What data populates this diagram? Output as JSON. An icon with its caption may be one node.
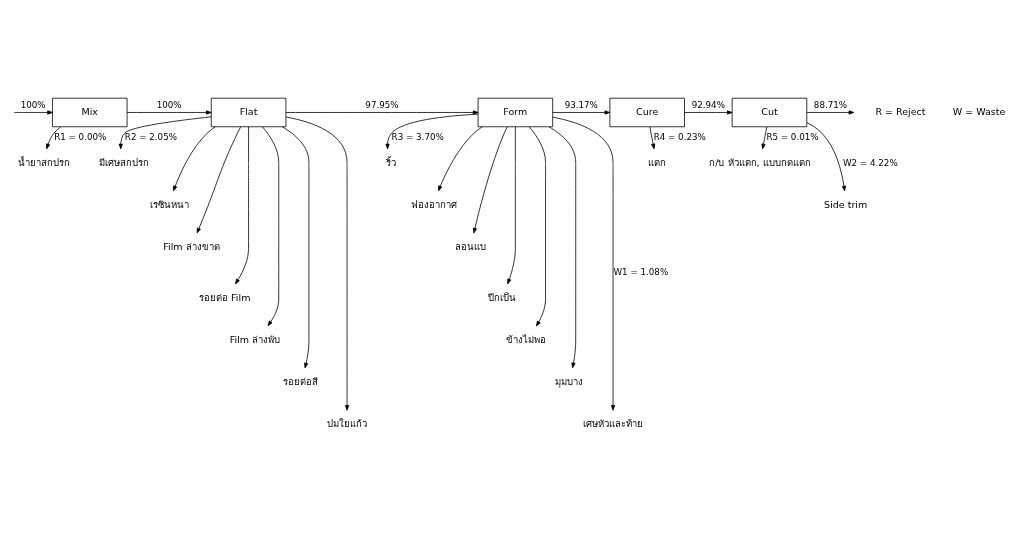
{
  "diagram": {
    "nodes": [
      {
        "text": [
          "Mix"
        ]
      },
      {
        "text": [
          "Flat"
        ]
      },
      {
        "text": [
          "Form"
        ]
      },
      {
        "text": [
          "Cure"
        ]
      },
      {
        "text": [
          "Cut"
        ]
      },
      {
        "text": [
          "น้ำยาสกปรก"
        ]
      },
      {
        "text": [
          "มีเศษสกปรก"
        ]
      },
      {
        "text": [
          "เรซินหนา"
        ]
      },
      {
        "text": [
          "Film ล่างขาด"
        ]
      },
      {
        "text": [
          "รอยต่อ Film"
        ]
      },
      {
        "text": [
          "Film ล่างพับ"
        ]
      },
      {
        "text": [
          "รอยต่อสี"
        ]
      },
      {
        "text": [
          "ปมใยแก้ว"
        ]
      },
      {
        "text": [
          "ริ้ว"
        ]
      },
      {
        "text": [
          "ฟองอากาศ"
        ]
      },
      {
        "text": [
          "ลอนแบ"
        ]
      },
      {
        "text": [
          "ปีกเป็น"
        ]
      },
      {
        "text": [
          "ข้างไม่พอ"
        ]
      },
      {
        "text": [
          "มุมบาง"
        ]
      },
      {
        "text": [
          "เศษหัวและท้าย"
        ]
      },
      {
        "text": [
          "แตก"
        ]
      },
      {
        "text": [
          "ก/บ หัวแตก, แบบกดแตก"
        ]
      },
      {
        "text": [
          "Side trim"
        ]
      }
    ],
    "edges": [
      {
        "from": null,
        "to": 0,
        "arrow": "to",
        "label": "100%"
      },
      {
        "from": 0,
        "to": 1,
        "arrow": "to",
        "label": "100%"
      },
      {
        "from": 1,
        "to": 2,
        "arrow": "to",
        "label": "97.95%"
      },
      {
        "from": 2,
        "to": 3,
        "arrow": "to",
        "label": "93.17%"
      },
      {
        "from": 3,
        "to": 4,
        "arrow": "to",
        "label": "92.94%"
      },
      {
        "from": 4,
        "to": null,
        "arrow": "to",
        "label": "88.71%"
      },
      {
        "from": 0,
        "to": 5,
        "arrow": "to",
        "label": "R1 = 0.00%"
      },
      {
        "from": 1,
        "to": 6,
        "arrow": "to",
        "label": "R2 = 2.05%"
      },
      {
        "from": 1,
        "to": 7,
        "arrow": "to"
      },
      {
        "from": 1,
        "to": 8,
        "arrow": "to"
      },
      {
        "from": 1,
        "to": 9,
        "arrow": "to"
      },
      {
        "from": 1,
        "to": 10,
        "arrow": "to"
      },
      {
        "from": 1,
        "to": 11,
        "arrow": "to"
      },
      {
        "from": 1,
        "to": 12,
        "arrow": "to"
      },
      {
        "from": 2,
        "to": 13,
        "arrow": "to",
        "label": "R3 = 3.70%"
      },
      {
        "from": 2,
        "to": 14,
        "arrow": "to"
      },
      {
        "from": 2,
        "to": 15,
        "arrow": "to"
      },
      {
        "from": 2,
        "to": 16,
        "arrow": "to"
      },
      {
        "from": 2,
        "to": 17,
        "arrow": "to"
      },
      {
        "from": 2,
        "to": 18,
        "arrow": "to"
      },
      {
        "from": 2,
        "to": 19,
        "arrow": "to",
        "label": "W1 = 1.08%"
      },
      {
        "from": 3,
        "to": 20,
        "arrow": "to",
        "label": "R4 = 0.23%"
      },
      {
        "from": 4,
        "to": 21,
        "arrow": "to",
        "label": "R5 = 0.01%"
      },
      {
        "from": 4,
        "to": 22,
        "arrow": "to",
        "label": "W2 = 4.22%"
      }
    ],
    "labels": [
      "R = Reject",
      "W = Waste"
    ]
  }
}
